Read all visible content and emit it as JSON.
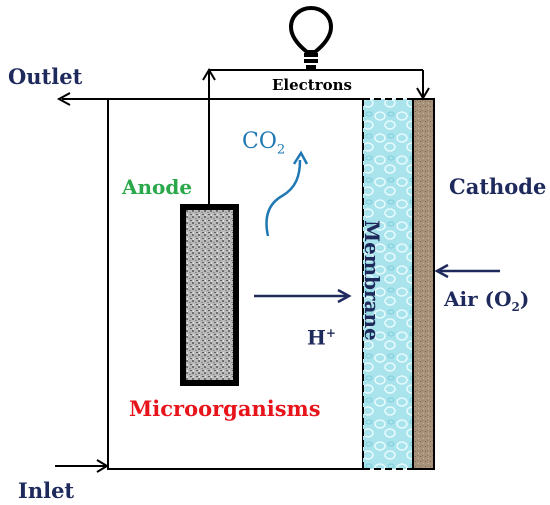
{
  "labels": {
    "outlet": "Outlet",
    "inlet": "Inlet",
    "electrons": "Electrons",
    "anode": "Anode",
    "cathode": "Cathode",
    "membrane": "Membrane",
    "co2_base": "CO",
    "co2_sub": "2",
    "hplus_base": "H",
    "hplus_sup": "+",
    "air_prefix": "Air (O",
    "air_sub": "2",
    "air_suffix": ")",
    "microorganisms": "Microorganisms"
  },
  "colors": {
    "navy": "#1f2a5c",
    "anode_label": "#2aa84a",
    "microbes_label": "#e8141c",
    "co2_arrow": "#1f78b4",
    "membrane_fill": "#a9e3ec",
    "cathode_fill": "#a8927a"
  },
  "icons": [
    "light-bulb-icon"
  ]
}
